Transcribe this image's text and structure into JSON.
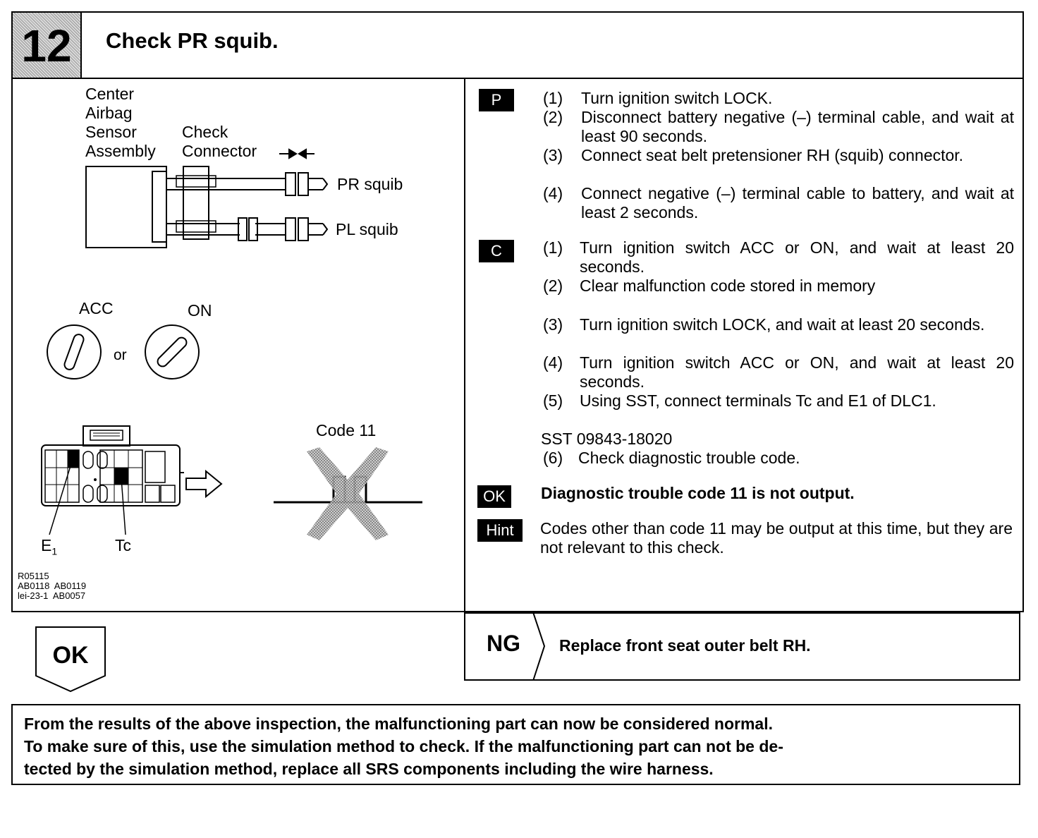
{
  "header": {
    "step_number": "12",
    "title": "Check PR squib."
  },
  "diagram": {
    "labels": {
      "center": "Center",
      "airbag": "Airbag",
      "sensor": "Sensor",
      "assembly": "Assembly",
      "check": "Check",
      "connector": "Connector",
      "pr_squib": "PR squib",
      "pl_squib": "PL squib",
      "acc": "ACC",
      "on": "ON",
      "or": "or",
      "code": "Code 11",
      "e1": "E",
      "e1_sub": "1",
      "tc": "Tc"
    },
    "refs": [
      "R05115",
      "AB0118  AB0119",
      "lei-23-1  AB0057"
    ]
  },
  "procedure": {
    "p_tag": "P",
    "p_steps": [
      {
        "num": "(1)",
        "text": "Turn ignition switch LOCK."
      },
      {
        "num": "(2)",
        "text": "Disconnect battery negative (–) terminal cable, and wait at least 90 seconds."
      },
      {
        "num": "(3)",
        "text": "Connect seat belt pretensioner RH (squib) connector."
      },
      {
        "num": "(4)",
        "text": "Connect negative (–) terminal cable to battery, and wait at least 2 seconds."
      }
    ],
    "c_tag": "C",
    "c_steps": [
      {
        "num": "(1)",
        "text": "Turn ignition switch ACC or ON, and wait at least 20 seconds."
      },
      {
        "num": "(2)",
        "text": "Clear malfunction code stored in memory"
      },
      {
        "num": "(3)",
        "text": "Turn ignition switch LOCK, and wait at least 20 seconds."
      },
      {
        "num": "(4)",
        "text": "Turn ignition switch ACC or ON, and wait at least 20 seconds."
      },
      {
        "num": "(5)",
        "text": "Using SST, connect terminals Tc and E1 of DLC1."
      }
    ],
    "sst": "SST 09843-18020",
    "c_step6": {
      "num": "(6)",
      "text": "Check diagnostic trouble code."
    },
    "ok_tag": "OK",
    "ok_text": "Diagnostic trouble code 11 is not output.",
    "hint_tag": "Hint",
    "hint_text": "Codes other than code 11 may be output at this time, but they are not relevant to this check."
  },
  "result": {
    "ok_label": "OK",
    "ng_label": "NG",
    "ng_text": "Replace front seat outer belt RH."
  },
  "footer": {
    "line1": "From the results of the above inspection, the malfunctioning part can now be considered normal.",
    "line2": "To make sure of this, use the simulation method to check. If the malfunctioning part can not be de-",
    "line3": "tected by the simulation method, replace all SRS components including the wire harness."
  }
}
